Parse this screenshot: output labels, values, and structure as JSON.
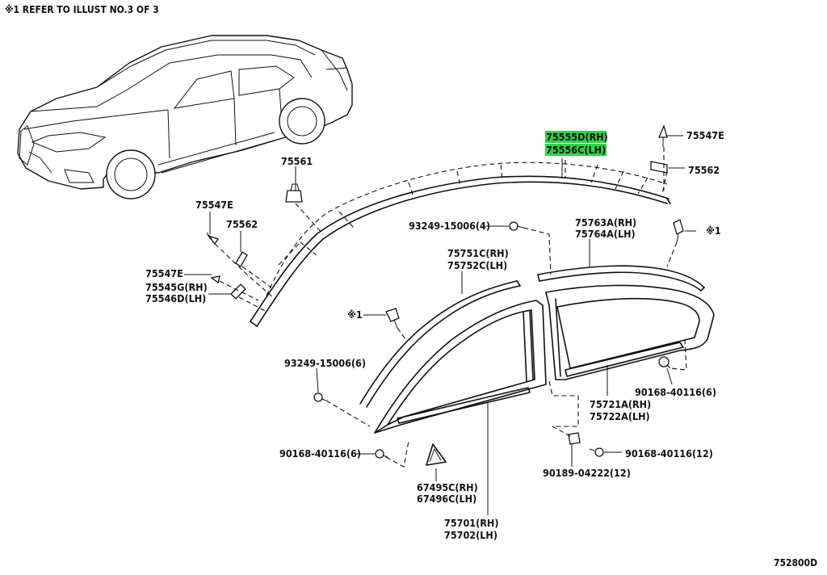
{
  "header": {
    "note": "※1 REFER TO ILLUST NO.3 OF 3"
  },
  "footer": {
    "figure_code": "752800D"
  },
  "highlight_color": "#2fd24a",
  "labels": {
    "l_75555D": "75555D(RH)",
    "l_75556C": "75556C(LH)",
    "l_75547E_top": "75547E",
    "l_75562_top": "75562",
    "l_75561": "75561",
    "l_75547E_left": "75547E",
    "l_75562_left": "75562",
    "l_75547E_left2": "75547E",
    "l_75545G": "75545G(RH)",
    "l_75546D": "75546D(LH)",
    "l_93249_4": "93249-15006(4)",
    "l_75763A": "75763A(RH)",
    "l_75764A": "75764A(LH)",
    "l_ref1_right": "※1",
    "l_75751C": "75751C(RH)",
    "l_75752C": "75752C(LH)",
    "l_ref1_left": "※1",
    "l_93249_6": "93249-15006(6)",
    "l_90168_6_right": "90168-40116(6)",
    "l_75721A": "75721A(RH)",
    "l_75722A": "75722A(LH)",
    "l_90168_6_left": "90168-40116(6)",
    "l_90168_12": "90168-40116(12)",
    "l_90189_12": "90189-04222(12)",
    "l_67495C": "67495C(RH)",
    "l_67496C": "67496C(LH)",
    "l_75701": "75701(RH)",
    "l_75702": "75702(LH)"
  },
  "icons": [
    "clip-icon",
    "screw-icon",
    "car-illustration"
  ]
}
